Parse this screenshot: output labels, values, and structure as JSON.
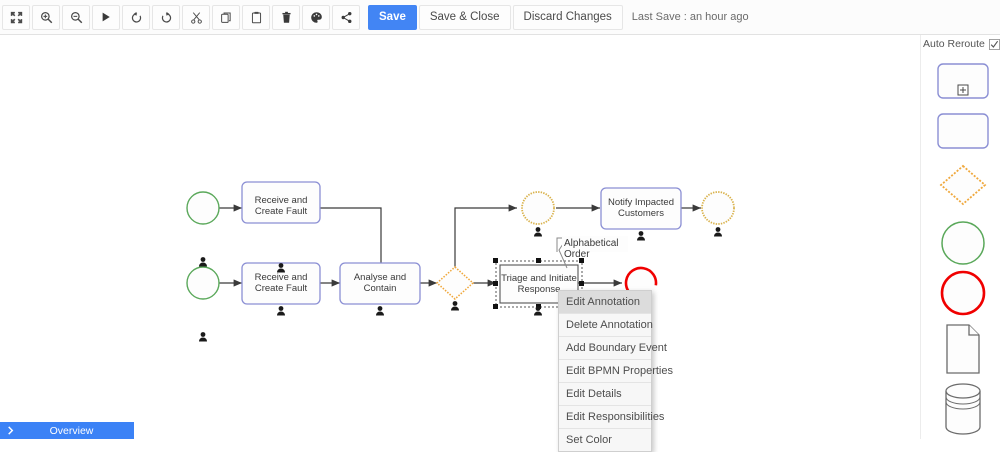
{
  "toolbar": {
    "icon_buttons": [
      {
        "name": "fit-screen-icon",
        "title": "Fit to screen"
      },
      {
        "name": "zoom-in-icon",
        "title": "Zoom in"
      },
      {
        "name": "zoom-out-icon",
        "title": "Zoom out"
      },
      {
        "name": "play-icon",
        "title": "Play"
      },
      {
        "name": "undo-icon",
        "title": "Undo"
      },
      {
        "name": "redo-icon",
        "title": "Redo"
      },
      {
        "name": "cut-icon",
        "title": "Cut"
      },
      {
        "name": "copy-icon",
        "title": "Copy"
      },
      {
        "name": "paste-icon",
        "title": "Paste"
      },
      {
        "name": "delete-icon",
        "title": "Delete"
      },
      {
        "name": "palette-icon",
        "title": "Set color"
      },
      {
        "name": "share-icon",
        "title": "Share"
      }
    ],
    "save_label": "Save",
    "save_close_label": "Save & Close",
    "discard_label": "Discard Changes",
    "last_save_label": "Last Save : an hour ago",
    "accent_color": "#4285f4"
  },
  "canvas": {
    "nodes": [
      {
        "id": "start1",
        "type": "start-event",
        "label": "",
        "color": "#5aa85a"
      },
      {
        "id": "task1",
        "type": "task",
        "label": "Receive and\nCreate Fault",
        "color": "#8b8fd4"
      },
      {
        "id": "start2",
        "type": "start-event",
        "label": "",
        "color": "#5aa85a"
      },
      {
        "id": "task2",
        "type": "task",
        "label": "Receive and\nCreate Fault",
        "color": "#8b8fd4"
      },
      {
        "id": "task3",
        "type": "task",
        "label": "Analyse and\nContain",
        "color": "#8b8fd4"
      },
      {
        "id": "gateway1",
        "type": "gateway",
        "label": "",
        "color": "#f0a83c"
      },
      {
        "id": "event1",
        "type": "intermediate-event",
        "label": "",
        "color": "#d9b24c"
      },
      {
        "id": "task4",
        "type": "task",
        "label": "Notify Impacted\nCustomers",
        "color": "#8b8fd4"
      },
      {
        "id": "event2",
        "type": "intermediate-event",
        "label": "",
        "color": "#d9b24c"
      },
      {
        "id": "task5",
        "type": "task",
        "label": "Triage and Initiate\nResponse",
        "color": "#555555",
        "selected": true
      },
      {
        "id": "end1",
        "type": "end-event",
        "label": "",
        "color": "#f00000"
      }
    ],
    "annotation": {
      "text": "Alphabetical Order"
    },
    "labels": {
      "receive_create_fault_1_line1": "Receive and",
      "receive_create_fault_1_line2": "Create Fault",
      "receive_create_fault_2_line1": "Receive and",
      "receive_create_fault_2_line2": "Create Fault",
      "analyse_contain_line1": "Analyse and",
      "analyse_contain_line2": "Contain",
      "notify_customers_line1": "Notify Impacted",
      "notify_customers_line2": "Customers",
      "triage_response_line1": "Triage and Initiate",
      "triage_response_line2": "Response",
      "annotation": "Alphabetical Order"
    }
  },
  "context_menu": {
    "items": [
      {
        "label": "Edit Annotation",
        "highlighted": true
      },
      {
        "label": "Delete Annotation",
        "highlighted": false
      },
      {
        "label": "Add Boundary Event",
        "highlighted": false
      },
      {
        "label": "Edit BPMN Properties",
        "highlighted": false
      },
      {
        "label": "Edit Details",
        "highlighted": false
      },
      {
        "label": "Edit Responsibilities",
        "highlighted": false
      },
      {
        "label": "Set Color",
        "highlighted": false
      }
    ]
  },
  "palette": {
    "auto_reroute_label": "Auto Reroute",
    "auto_reroute_checked": true,
    "items": [
      {
        "name": "subprocess-task-shape",
        "type": "task-with-marker",
        "color": "#8b8fd4"
      },
      {
        "name": "task-shape",
        "type": "task",
        "color": "#8b8fd4"
      },
      {
        "name": "gateway-shape",
        "type": "gateway",
        "color": "#f0a83c"
      },
      {
        "name": "start-event-shape",
        "type": "start-event",
        "color": "#5aa85a"
      },
      {
        "name": "end-event-shape",
        "type": "end-event",
        "color": "#f00000"
      },
      {
        "name": "document-shape",
        "type": "document",
        "color": "#6b6b6b"
      },
      {
        "name": "data-store-shape",
        "type": "data-store",
        "color": "#6b6b6b"
      }
    ]
  },
  "overview": {
    "label": "Overview",
    "color": "#3b82f6"
  }
}
